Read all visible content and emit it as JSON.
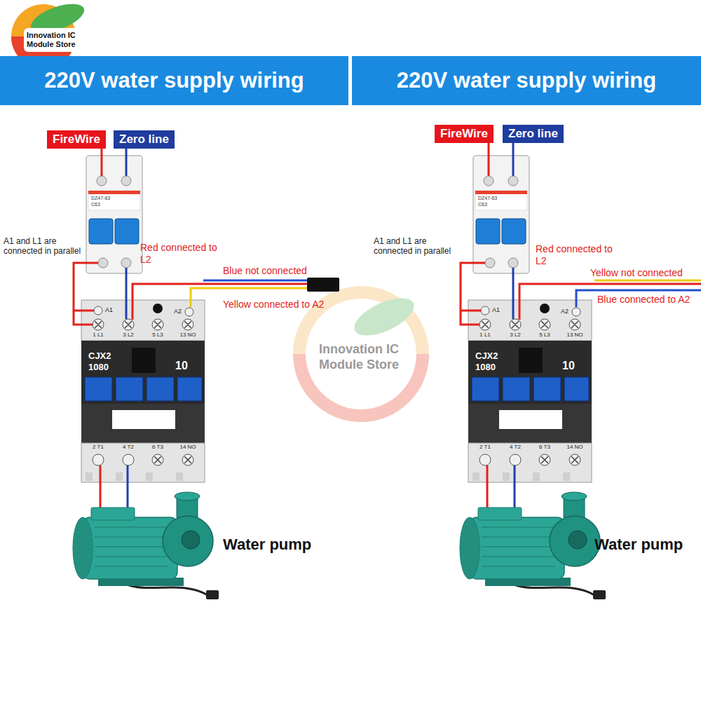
{
  "diagram": {
    "nodes": [
      {
        "text": [
          "220V water supply wiring"
        ]
      },
      {
        "text": [
          "220V water supply wiring"
        ]
      },
      {
        "text": [
          "FireWire"
        ]
      },
      {
        "text": [
          "Zero line"
        ]
      },
      {
        "text": [
          "FireWire"
        ]
      },
      {
        "text": [
          "Zero line"
        ]
      }
    ],
    "labels": [
      "Innovation IC Module Store",
      "A1 and L1 are connected in parallel",
      "Red connected to L2",
      "Blue not connected",
      "Yellow connected to A2",
      "DZ47-63",
      "C63",
      "A1",
      "A2",
      "1 L1",
      "3 L2",
      "5 L3",
      "13 NO",
      "CJX2 1080",
      "10",
      "2 T1",
      "4 T2",
      "6 T3",
      "14 NO",
      "Water pump",
      "Innovation IC Module Store",
      "A1 and L1 are connected in parallel",
      "Red connected to L2",
      "Yellow not connected",
      "Blue connected to A2",
      "DZ47-63",
      "C63",
      "A1",
      "A2",
      "1 L1",
      "3 L2",
      "5 L3",
      "13 NO",
      "CJX2 1080",
      "10",
      "2 T1",
      "4 T2",
      "6 T3",
      "14 NO",
      "Water pump"
    ]
  }
}
